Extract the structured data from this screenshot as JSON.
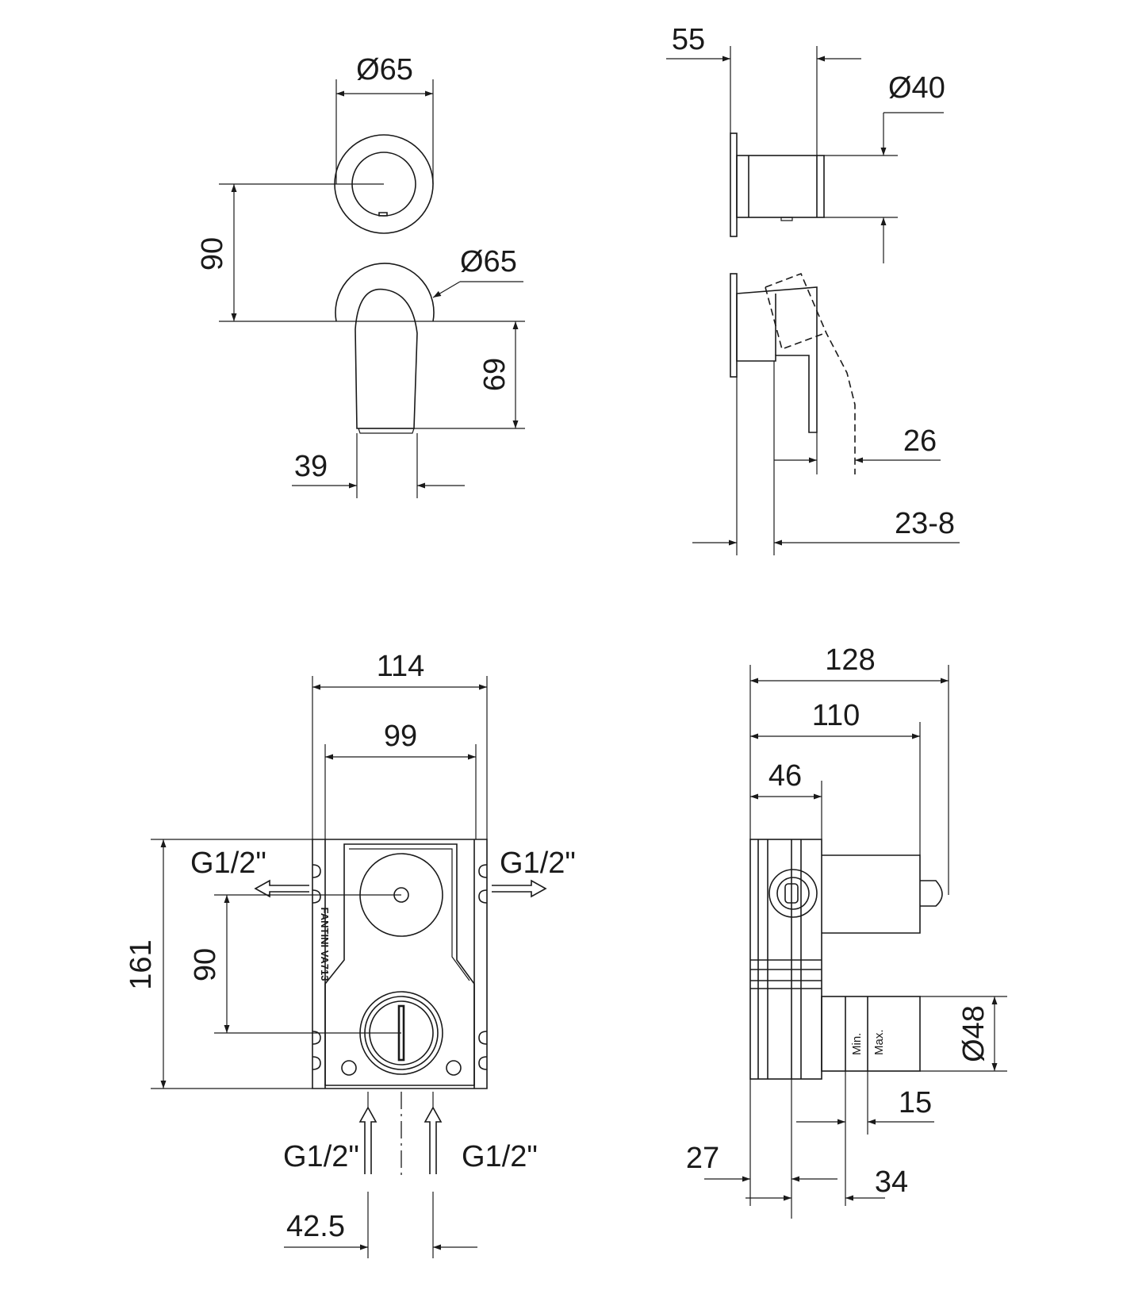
{
  "views": {
    "front_top": {
      "rosette_diameter": "Ø65",
      "handle_rosette_diameter": "Ø65",
      "centre_distance": "90",
      "handle_height": "69",
      "handle_width": "39"
    },
    "side_top": {
      "projection": "55",
      "knob_diameter": "Ø40",
      "handle_offset": "26",
      "wall_range": "23-8"
    },
    "front_bottom": {
      "width_outer": "114",
      "width_inner": "99",
      "height": "161",
      "centre_distance": "90",
      "outlet_left": "G1/2\"",
      "outlet_right": "G1/2\"",
      "inlet_left": "G1/2\"",
      "inlet_right": "G1/2\"",
      "inlet_spacing": "42.5",
      "brand_text": "FANTINI VA713"
    },
    "side_bottom": {
      "depth_total": "128",
      "depth_mid": "110",
      "depth_body": "46",
      "cartridge_diameter": "Ø48",
      "min_label": "Min.",
      "max_label": "Max.",
      "min_max_gap": "15",
      "wall_offset": "27",
      "depth_offset": "34"
    }
  }
}
